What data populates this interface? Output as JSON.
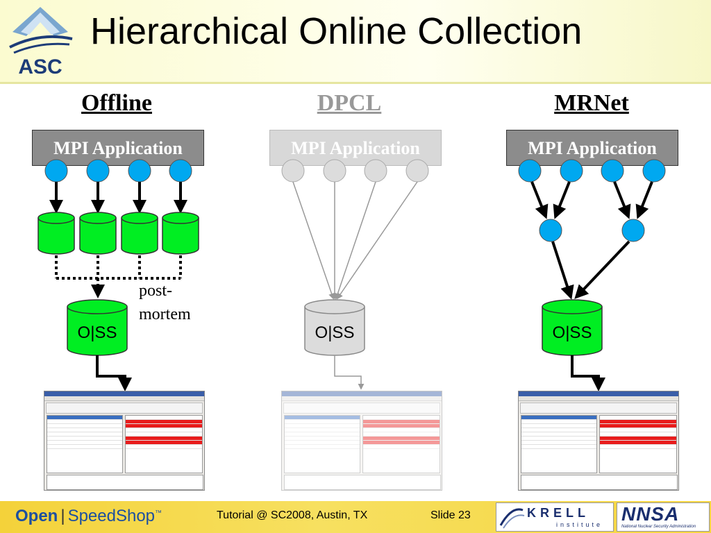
{
  "header": {
    "title": "Hierarchical Online Collection",
    "logo_text": "ASC"
  },
  "columns": [
    {
      "title": "Offline",
      "app_label": "MPI Application",
      "store_label": "O|SS",
      "faded": false
    },
    {
      "title": "DPCL",
      "app_label": "MPI Application",
      "store_label": "O|SS",
      "faded": true
    },
    {
      "title": "MRNet",
      "app_label": "MPI Application",
      "store_label": "O|SS",
      "faded": false
    }
  ],
  "annotation": {
    "line1": "post-",
    "line2": "mortem"
  },
  "footer": {
    "brand_open": "Open",
    "brand_speedshop": "SpeedShop",
    "brand_tm": "™",
    "tutorial": "Tutorial @ SC2008, Austin, TX",
    "slide": "Slide 23",
    "krell": "KRELL",
    "krell_sub": "institute",
    "nnsa": "NNSA",
    "nnsa_sub": "National Nuclear Security Administration"
  },
  "colors": {
    "node_blue": "#00a8f0",
    "cylinder_green": "#00ee22",
    "app_box_gray": "#8c8c8c",
    "faded_gray": "#d8d8d8",
    "offline_title": "#000000",
    "dpcl_title": "#999999",
    "mrnet_title": "#000000"
  }
}
